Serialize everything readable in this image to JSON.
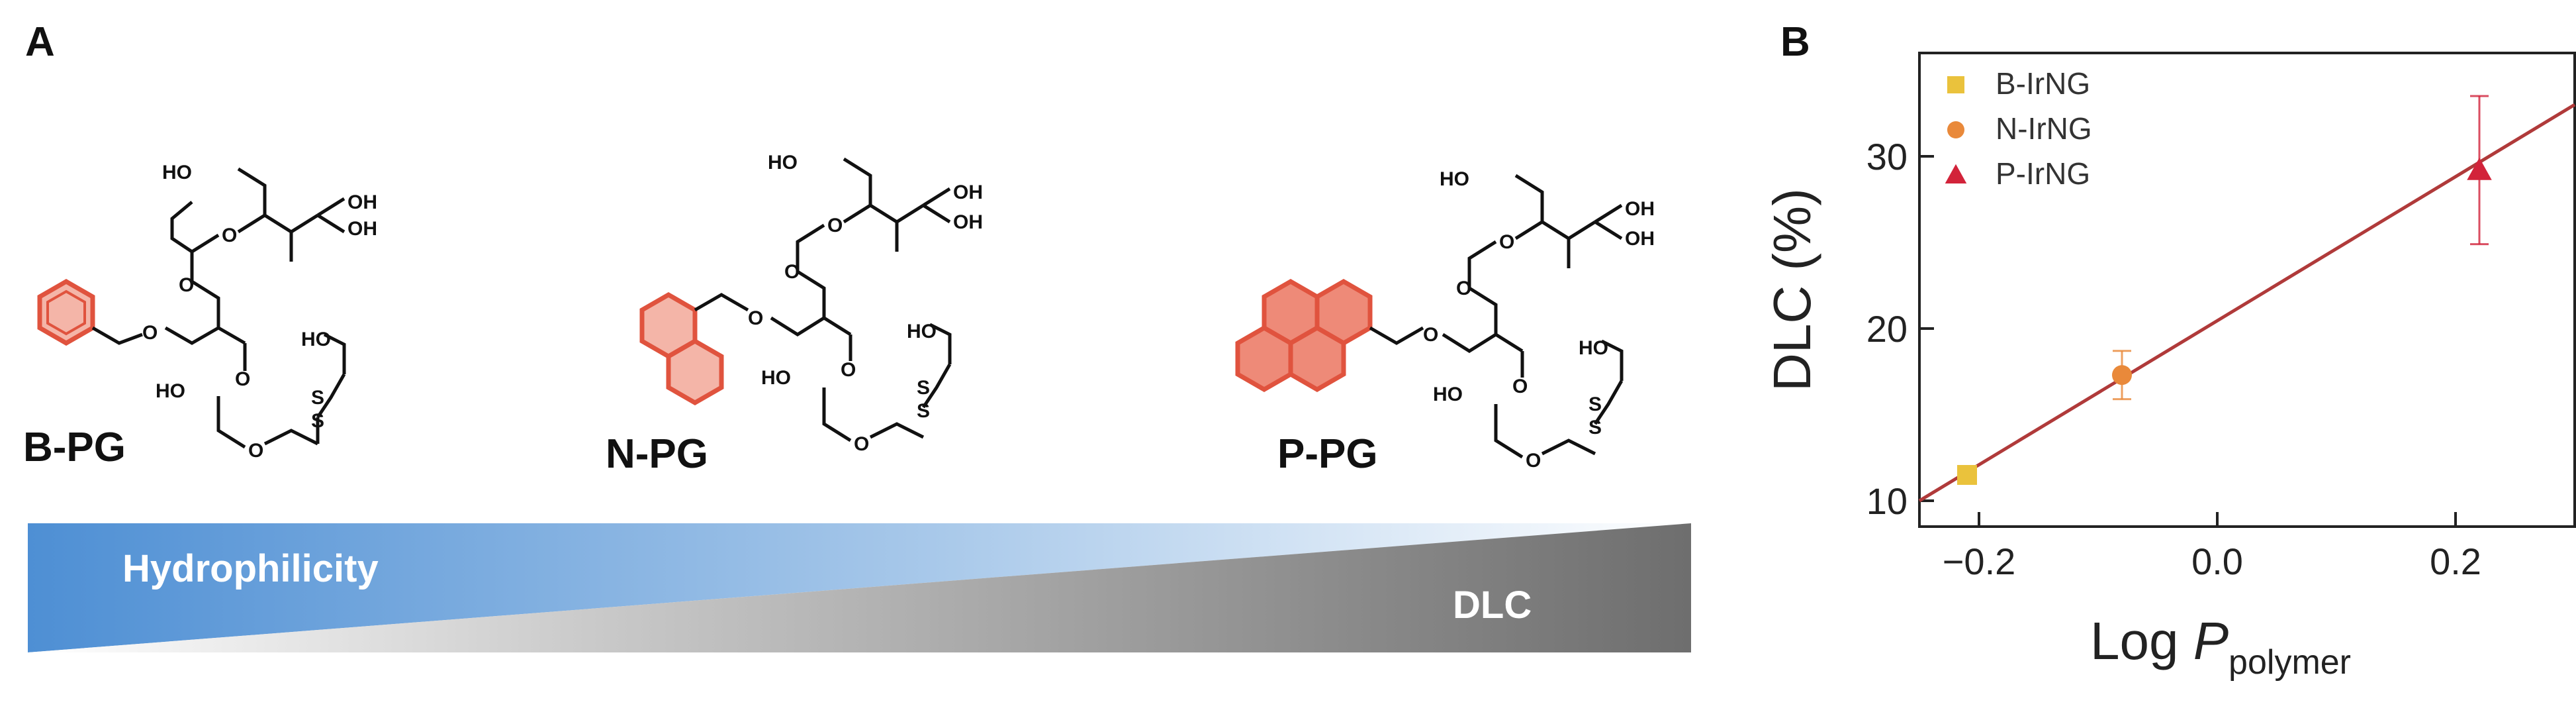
{
  "panel_a": {
    "label": "A",
    "structures": [
      {
        "name": "B-PG",
        "aromatic": "benzyl"
      },
      {
        "name": "N-PG",
        "aromatic": "naphthyl"
      },
      {
        "name": "P-PG",
        "aromatic": "pyrenyl"
      }
    ],
    "atom_labels": {
      "hydroxyl": "HO",
      "hydroxyl_right": "OH",
      "oxygen": "O",
      "sulfur": "S"
    },
    "wedge_hydrophilicity": "Hydrophilicity",
    "wedge_dlc": "DLC",
    "colors": {
      "aromatic": "#e0533e",
      "hydrophilicity_gradient_start": "#4e8fd4",
      "dlc_gradient_end": "#6e6e6e"
    }
  },
  "panel_b": {
    "label": "B"
  },
  "chart_data": {
    "type": "scatter",
    "title": "",
    "xlabel_main": "Log ",
    "xlabel_italic": "P",
    "xlabel_sub": "polymer",
    "ylabel": "DLC (%)",
    "xlim": [
      -0.25,
      0.3
    ],
    "ylim": [
      8.5,
      36
    ],
    "xticks": [
      -0.2,
      0.0,
      0.2
    ],
    "xtick_labels": [
      "−0.2",
      "0.0",
      "0.2"
    ],
    "yticks": [
      10,
      20,
      30
    ],
    "ytick_labels": [
      "10",
      "20",
      "30"
    ],
    "grid": false,
    "legend_position": "top-left",
    "series": [
      {
        "name": "B-IrNG",
        "marker": "square",
        "color": "#eac23c",
        "x": [
          -0.21
        ],
        "y": [
          11.5
        ],
        "err": [
          0.4
        ]
      },
      {
        "name": "N-IrNG",
        "marker": "circle",
        "color": "#e9893a",
        "x": [
          -0.08
        ],
        "y": [
          17.3
        ],
        "err": [
          1.4
        ]
      },
      {
        "name": "P-IrNG",
        "marker": "triangle",
        "color": "#d2233a",
        "x": [
          0.22
        ],
        "y": [
          29.2
        ],
        "err": [
          4.3
        ]
      }
    ],
    "fit_line": {
      "x": [
        -0.25,
        0.3
      ],
      "y": [
        10.0,
        33.0
      ],
      "color": "#b03a3a"
    }
  }
}
